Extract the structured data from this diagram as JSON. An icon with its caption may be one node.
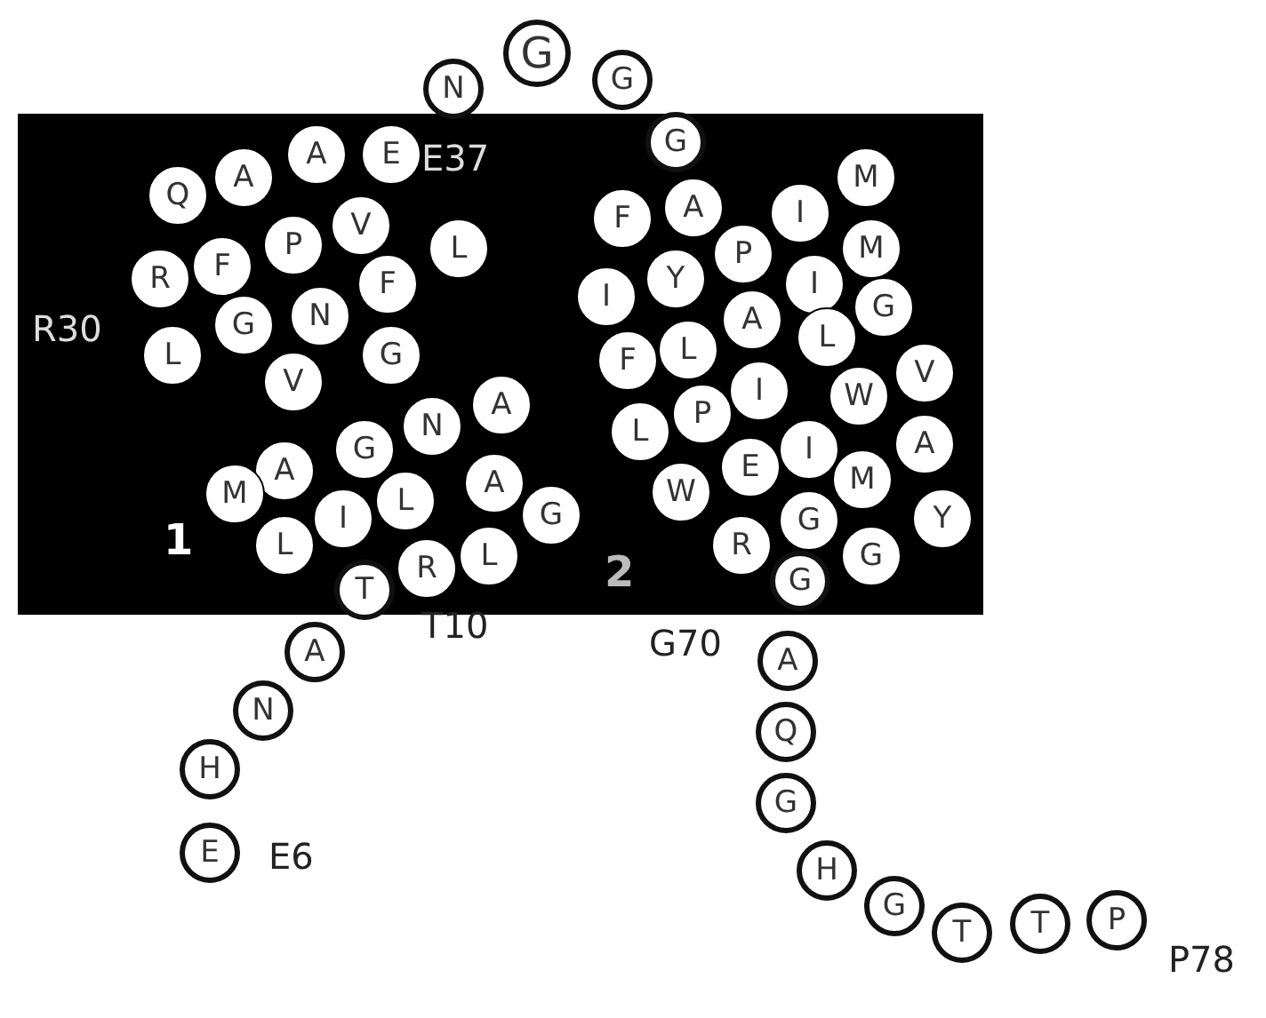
{
  "diagram": {
    "nodes": [
      {
        "text": [
          "N"
        ]
      },
      {
        "text": [
          "G"
        ]
      },
      {
        "text": [
          "G"
        ]
      },
      {
        "text": [
          "A"
        ]
      },
      {
        "text": [
          "E"
        ],
        "beside": [
          "E37"
        ]
      },
      {
        "text": [
          "Q"
        ]
      },
      {
        "text": [
          "A"
        ]
      },
      {
        "text": [
          "G"
        ]
      },
      {
        "text": [
          "M"
        ]
      },
      {
        "text": [
          "V"
        ]
      },
      {
        "text": [
          "L"
        ]
      },
      {
        "text": [
          "P"
        ]
      },
      {
        "text": [
          "F"
        ]
      },
      {
        "text": [
          "R"
        ],
        "beside": [
          "R30"
        ]
      },
      {
        "text": [
          "F"
        ]
      },
      {
        "text": [
          "N"
        ]
      },
      {
        "text": [
          "G"
        ]
      },
      {
        "text": [
          "L"
        ]
      },
      {
        "text": [
          "G"
        ]
      },
      {
        "text": [
          "V"
        ]
      },
      {
        "text": [
          "A"
        ]
      },
      {
        "text": [
          "N"
        ]
      },
      {
        "text": [
          "G"
        ]
      },
      {
        "text": [
          "A"
        ]
      },
      {
        "text": [
          "M"
        ]
      },
      {
        "text": [
          "A"
        ]
      },
      {
        "text": [
          "L"
        ]
      },
      {
        "text": [
          "I"
        ]
      },
      {
        "text": [
          "L"
        ]
      },
      {
        "text": [
          "G"
        ]
      },
      {
        "text": [
          "L"
        ]
      },
      {
        "text": [
          "R"
        ]
      },
      {
        "text": [
          "T"
        ],
        "beside": [
          "T10"
        ]
      },
      {
        "text": [
          "A"
        ]
      },
      {
        "text": [
          "N"
        ]
      },
      {
        "text": [
          "H"
        ]
      },
      {
        "text": [
          "E"
        ],
        "beside": [
          "E6"
        ]
      },
      {
        "text": [
          "F"
        ]
      },
      {
        "text": [
          "A"
        ]
      },
      {
        "text": [
          "I"
        ]
      },
      {
        "text": [
          "Y"
        ]
      },
      {
        "text": [
          "P"
        ]
      },
      {
        "text": [
          "I"
        ]
      },
      {
        "text": [
          "M"
        ]
      },
      {
        "text": [
          "I"
        ]
      },
      {
        "text": [
          "A"
        ]
      },
      {
        "text": [
          "F"
        ]
      },
      {
        "text": [
          "L"
        ]
      },
      {
        "text": [
          "L"
        ]
      },
      {
        "text": [
          "G"
        ]
      },
      {
        "text": [
          "V"
        ]
      },
      {
        "text": [
          "W"
        ]
      },
      {
        "text": [
          "I"
        ]
      },
      {
        "text": [
          "P"
        ]
      },
      {
        "text": [
          "L"
        ]
      },
      {
        "text": [
          "A"
        ]
      },
      {
        "text": [
          "I"
        ]
      },
      {
        "text": [
          "E"
        ]
      },
      {
        "text": [
          "W"
        ]
      },
      {
        "text": [
          "M"
        ]
      },
      {
        "text": [
          "Y"
        ]
      },
      {
        "text": [
          "G"
        ]
      },
      {
        "text": [
          "G"
        ]
      },
      {
        "text": [
          "R"
        ]
      },
      {
        "text": [
          "G"
        ]
      },
      {
        "text": [
          "A"
        ]
      },
      {
        "text": [
          "Q"
        ]
      },
      {
        "text": [
          "G"
        ]
      },
      {
        "text": [
          "H"
        ]
      },
      {
        "text": [
          "G"
        ]
      },
      {
        "text": [
          "T"
        ]
      },
      {
        "text": [
          "T"
        ]
      },
      {
        "text": [
          "P"
        ],
        "beside": [
          "P78"
        ]
      }
    ],
    "labels": [
      "1",
      "2",
      "G70"
    ]
  }
}
